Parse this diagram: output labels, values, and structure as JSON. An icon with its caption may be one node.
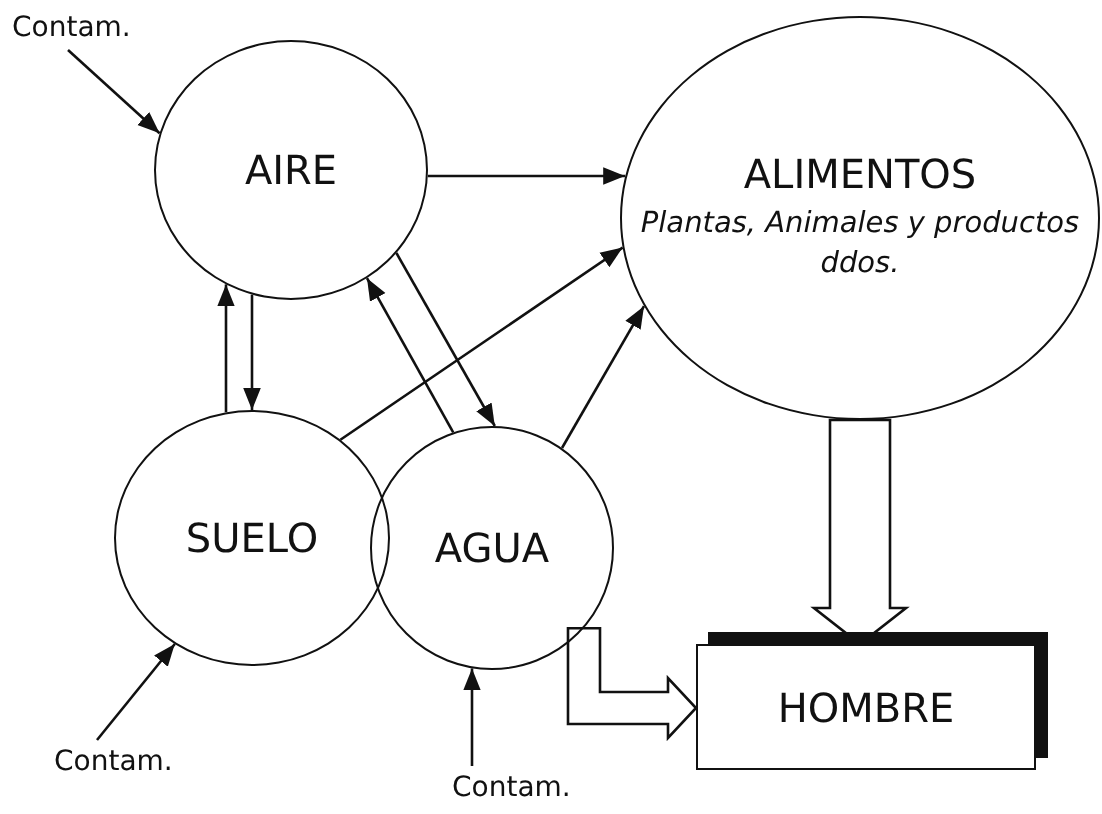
{
  "diagram": {
    "nodes": [
      {
        "text": [
          "Contam."
        ]
      },
      {
        "text": [
          "AIRE"
        ]
      },
      {
        "text": [
          "ALIMENTOS",
          "Plantas, Animales y productos ddos."
        ]
      },
      {
        "text": [
          "SUELO"
        ]
      },
      {
        "text": [
          "AGUA"
        ]
      },
      {
        "text": [
          "HOMBRE"
        ]
      },
      {
        "text": [
          "Contam."
        ]
      },
      {
        "text": [
          "Contam."
        ]
      }
    ],
    "edges": [
      {
        "from": 0,
        "to": 1,
        "arrow": "to"
      },
      {
        "from": 1,
        "to": 2,
        "arrow": "to"
      },
      {
        "from": 3,
        "to": 1,
        "arrow": "to"
      },
      {
        "from": 1,
        "to": 3,
        "arrow": "to"
      },
      {
        "from": 4,
        "to": 1,
        "arrow": "to"
      },
      {
        "from": 1,
        "to": 4,
        "arrow": "to"
      },
      {
        "from": 3,
        "to": 2,
        "arrow": "to"
      },
      {
        "from": 4,
        "to": 2,
        "arrow": "to"
      },
      {
        "from": 2,
        "to": 5,
        "arrow": "to",
        "style": "thick"
      },
      {
        "from": 4,
        "to": 5,
        "arrow": "to",
        "style": "thick"
      },
      {
        "from": 6,
        "to": 3,
        "arrow": "to"
      },
      {
        "from": 7,
        "to": 4,
        "arrow": "to"
      }
    ]
  }
}
